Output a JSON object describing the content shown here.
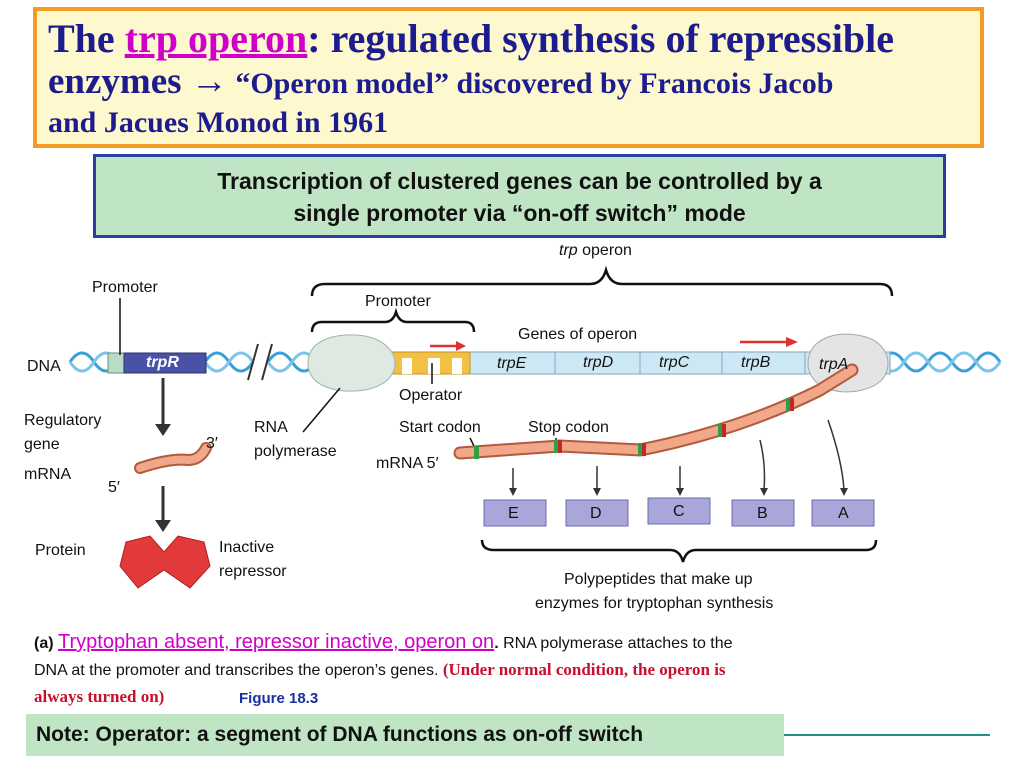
{
  "title": {
    "prefix": "The ",
    "keyword": "trp operon",
    "line1_rest": ": regulated synthesis of repressible",
    "line2_word": "enzymes ",
    "arrow": "→",
    "line2_rest": " “Operon model” discovered by Francois Jacob",
    "line3": "and Jacues Monod in 1961"
  },
  "subtitle": {
    "line1": "Transcription of clustered genes can be controlled by a",
    "line2": "single promoter via “on-off switch” mode"
  },
  "diagram": {
    "trp_operon_label": "trp",
    "trp_operon_suffix": " operon",
    "promoter_left": "Promoter",
    "promoter_right": "Promoter",
    "genes_of_operon": "Genes of operon",
    "dna": "DNA",
    "trpR": "trpR",
    "genes": [
      "trpE",
      "trpD",
      "trpC",
      "trpB",
      "trpA"
    ],
    "operator": "Operator",
    "start_codon": "Start codon",
    "stop_codon": "Stop codon",
    "regulatory_gene_1": "Regulatory",
    "regulatory_gene_2": "gene",
    "three_prime": "3′",
    "five_prime": "5′",
    "mrna_left": "mRNA",
    "mrna_right": "mRNA 5′",
    "rna_1": "RNA",
    "rna_2": "polymerase",
    "protein": "Protein",
    "inactive_1": "Inactive",
    "inactive_2": "repressor",
    "polypeptides": [
      "E",
      "D",
      "C",
      "B",
      "A"
    ],
    "poly_caption_1": "Polypeptides that make up",
    "poly_caption_2": "enzymes for tryptophan synthesis"
  },
  "caption": {
    "label": "(a) ",
    "headline": "Tryptophan absent, repressor inactive, operon on",
    "period": ".",
    "text1": " RNA polymerase attaches to the",
    "text2": "DNA at the promoter and transcribes the operon’s genes. ",
    "red1": "(Under normal condition, the operon is",
    "red2": "always turned on)"
  },
  "figure": "Figure 18.3",
  "note": "Note: Operator: a segment of DNA functions as on-off switch"
}
